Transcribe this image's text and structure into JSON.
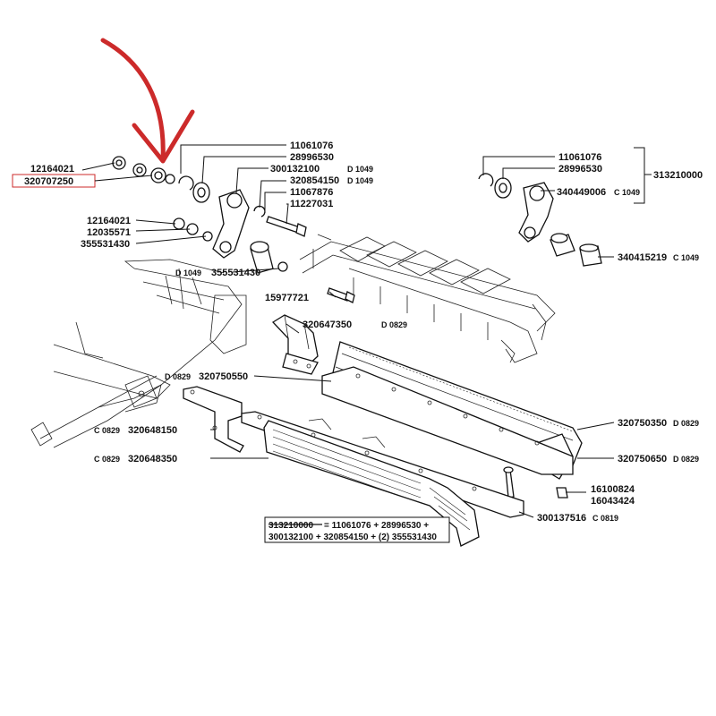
{
  "highlight_color": "#cc2a2a",
  "labels": {
    "l12164021_a": "12164021",
    "l320707250": "320707250",
    "l12164021_b": "12164021",
    "l12035571": "12035571",
    "l355531430_a": "355531430",
    "l11061076_a": "11061076",
    "l28996530_a": "28996530",
    "l300132100": "300132100",
    "l320854150": "320854150",
    "l11067876": "11067876",
    "l11227031": "11227031",
    "l355531430_b": "355531430",
    "l15977721": "15977721",
    "l320647350": "320647350",
    "l320750550": "320750550",
    "l320648150": "320648150",
    "l320648350": "320648350",
    "l11061076_b": "11061076",
    "l28996530_b": "28996530",
    "l340449006": "340449006",
    "l313210000": "313210000",
    "l340415219": "340415219",
    "l320750350": "320750350",
    "l320750650": "320750650",
    "l16100824": "16100824",
    "l16043424": "16043424",
    "l300137516": "300137516"
  },
  "suffixes": {
    "s300132100": "D 1049",
    "s320854150": "D 1049",
    "s355531430_b": "D 1049",
    "s320647350": "D 0829",
    "s320750550": "D 0829",
    "s320648150": "C 0829",
    "s320648350": "C 0829",
    "s340449006": "C 1049",
    "s340415219": "C 1049",
    "s320750350": "D 0829",
    "s320750650": "D 0829",
    "s300137516": "C 0819"
  },
  "note": {
    "struck": "313210000",
    "line1": "= 11061076 + 28996530 +",
    "line2": "300132100 + 320854150 + (2) 355531430"
  }
}
